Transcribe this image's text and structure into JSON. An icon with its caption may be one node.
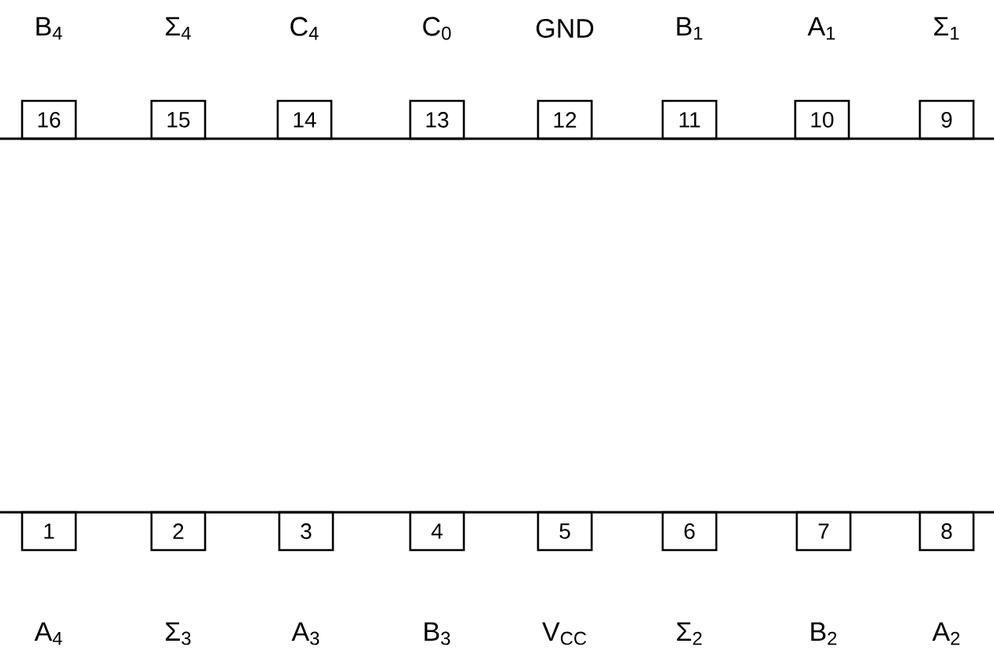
{
  "diagram": {
    "nodes": [
      {
        "text": [
          "16"
        ],
        "beside": [
          "B$_{4}$"
        ]
      },
      {
        "text": [
          "15"
        ],
        "beside": [
          "Σ$_{4}$"
        ]
      },
      {
        "text": [
          "14"
        ],
        "beside": [
          "C$_{4}$"
        ]
      },
      {
        "text": [
          "13"
        ],
        "beside": [
          "C$_{0}$"
        ]
      },
      {
        "text": [
          "12"
        ],
        "beside": [
          "GND"
        ]
      },
      {
        "text": [
          "11"
        ],
        "beside": [
          "B$_{1}$"
        ]
      },
      {
        "text": [
          "10"
        ],
        "beside": [
          "A$_{1}$"
        ]
      },
      {
        "text": [
          "9"
        ],
        "beside": [
          "Σ$_{1}$"
        ]
      },
      {
        "text": [
          "1"
        ],
        "beside": [
          "A$_{4}$"
        ]
      },
      {
        "text": [
          "2"
        ],
        "beside": [
          "Σ$_{3}$"
        ]
      },
      {
        "text": [
          "3"
        ],
        "beside": [
          "A$_{3}$"
        ]
      },
      {
        "text": [
          "4"
        ],
        "beside": [
          "B$_{3}$"
        ]
      },
      {
        "text": [
          "5"
        ],
        "beside": [
          "V$_{CC}$"
        ]
      },
      {
        "text": [
          "6"
        ],
        "beside": [
          "Σ$_{2}$"
        ]
      },
      {
        "text": [
          "7"
        ],
        "beside": [
          "B$_{2}$"
        ]
      },
      {
        "text": [
          "8"
        ],
        "beside": [
          "A$_{2}$"
        ]
      }
    ],
    "edges": []
  }
}
